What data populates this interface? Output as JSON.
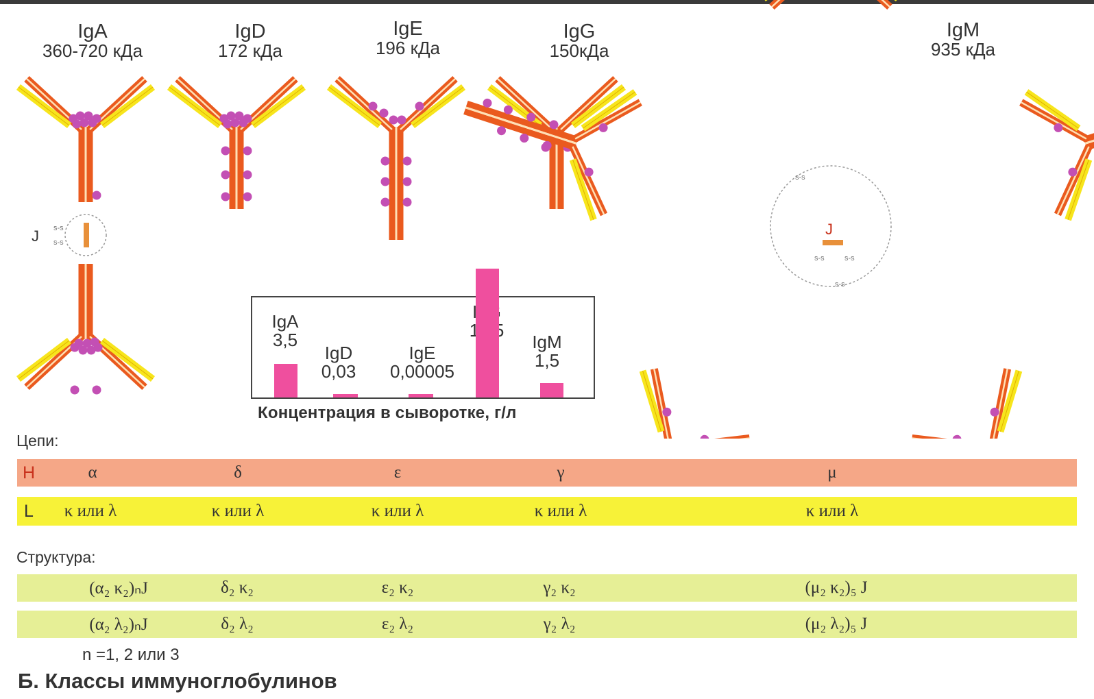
{
  "classes": [
    {
      "name": "IgA",
      "mass": "360-720 кДа"
    },
    {
      "name": "IgD",
      "mass": "172 кДа"
    },
    {
      "name": "IgE",
      "mass": "196 кДа"
    },
    {
      "name": "IgG",
      "mass": "150кДа"
    },
    {
      "name": "IgM",
      "mass": "935 кДа"
    }
  ],
  "diagram": {
    "j_chain_label": "J",
    "disulfide_label": "s-s",
    "heavy_chain_color": "#ea5a1e",
    "light_chain_color": "#f7e51c",
    "carbohydrate_color": "#c34fb4"
  },
  "chart_data": {
    "type": "bar",
    "categories": [
      "IgA",
      "IgD",
      "IgE",
      "IgG",
      "IgM"
    ],
    "values": [
      3.5,
      0.03,
      5e-05,
      13.5,
      1.5
    ],
    "value_labels": [
      "3,5",
      "0,03",
      "0,00005",
      "13,5",
      "1,5"
    ],
    "title": "Концентрация в сыворотке, г/л",
    "color": "#ef4f9e"
  },
  "chains": {
    "label": "Цепи:",
    "heavy_label": "H",
    "light_label": "L",
    "heavy": [
      "α",
      "δ",
      "ε",
      "γ",
      "μ"
    ],
    "light": [
      "κ или λ",
      "κ или λ",
      "κ или λ",
      "κ или λ",
      "κ или λ"
    ]
  },
  "structure": {
    "label": "Структура:",
    "kappa": [
      "(α₂ κ₂)ₙJ",
      "δ₂ κ₂",
      "ε₂ κ₂",
      "γ₂ κ₂",
      "(μ₂ κ₂)₅ J"
    ],
    "lambda": [
      "(α₂ λ₂)ₙJ",
      "δ₂ λ₂",
      "ε₂ λ₂",
      "γ₂ λ₂",
      "(μ₂ λ₂)₅ J"
    ],
    "note": "n =1, 2 или 3"
  },
  "figure_title": "Б. Классы иммуноглобулинов"
}
